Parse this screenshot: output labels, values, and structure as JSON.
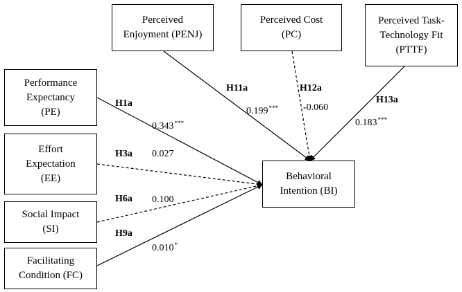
{
  "nodes": {
    "penj": "Perceived\nEnjoyment (PENJ)",
    "pc": "Perceived Cost\n(PC)",
    "pttf": "Perceived Task-\nTechnology Fit\n(PTTF)",
    "pe": "Performance\nExpectancy\n(PE)",
    "ee": "Effort\nExpectation\n(EE)",
    "si": "Social Impact\n(SI)",
    "fc": "Facilitating\nCondition (FC)",
    "bi": "Behavioral\nIntention (BI)"
  },
  "paths": {
    "h1a": {
      "hypothesis": "H1a",
      "coefficient": "0.343",
      "significance": "***",
      "style": "solid"
    },
    "h3a": {
      "hypothesis": "H3a",
      "coefficient": "0.027",
      "significance": "",
      "style": "dashed"
    },
    "h6a": {
      "hypothesis": "H6a",
      "coefficient": "0.100",
      "significance": "",
      "style": "dashed"
    },
    "h9a": {
      "hypothesis": "H9a",
      "coefficient": "0.010",
      "significance": "*",
      "style": "solid"
    },
    "h11a": {
      "hypothesis": "H11a",
      "coefficient": "0.199",
      "significance": "***",
      "style": "solid"
    },
    "h12a": {
      "hypothesis": "H12a",
      "coefficient": "-0.060",
      "significance": "",
      "style": "dashed"
    },
    "h13a": {
      "hypothesis": "H13a",
      "coefficient": "0.183",
      "significance": "***",
      "style": "solid"
    }
  }
}
